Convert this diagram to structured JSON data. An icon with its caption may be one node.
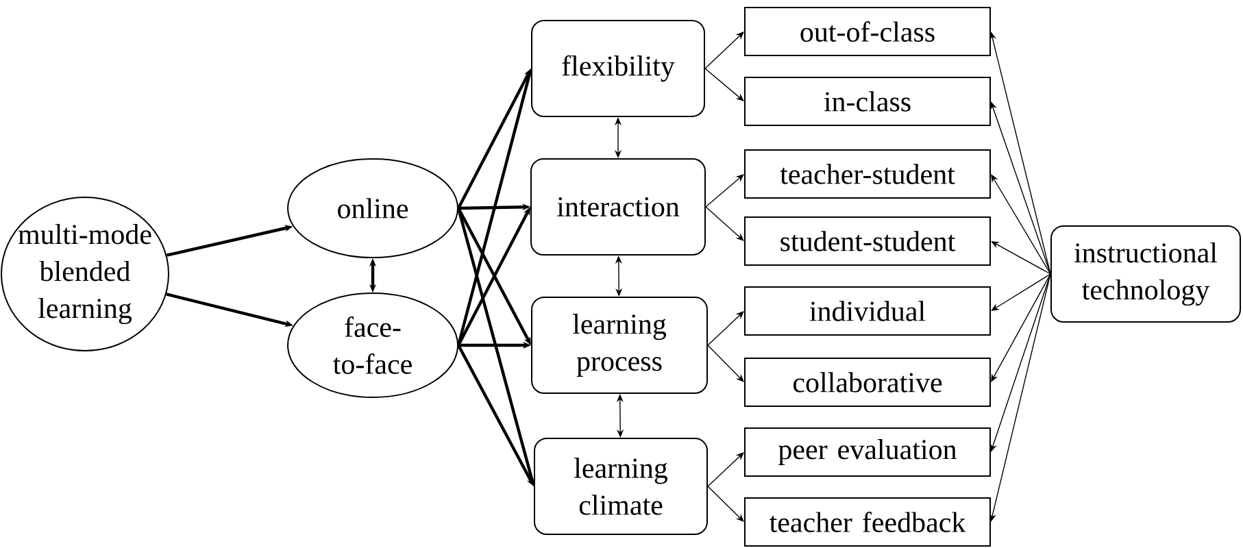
{
  "diagram": {
    "nodes": [
      {
        "text": [
          "multi-mode blended learning"
        ]
      },
      {
        "text": [
          "online"
        ]
      },
      {
        "text": [
          "face-to-face"
        ]
      },
      {
        "text": [
          "flexibility"
        ]
      },
      {
        "text": [
          "interaction"
        ]
      },
      {
        "text": [
          "learning process"
        ]
      },
      {
        "text": [
          "learning climate"
        ]
      },
      {
        "text": [
          "out-of-class"
        ]
      },
      {
        "text": [
          "in-class"
        ]
      },
      {
        "text": [
          "teacher-student"
        ]
      },
      {
        "text": [
          "student-student"
        ]
      },
      {
        "text": [
          "individual"
        ]
      },
      {
        "text": [
          "collaborative"
        ]
      },
      {
        "text": [
          "peer evaluation"
        ]
      },
      {
        "text": [
          "teacher feedback"
        ]
      },
      {
        "text": [
          "instructional technology"
        ]
      }
    ],
    "edges": [
      {
        "from": 0,
        "to": 1,
        "arrow": "to",
        "style": "thick"
      },
      {
        "from": 0,
        "to": 2,
        "arrow": "to",
        "style": "thick"
      },
      {
        "from": 1,
        "to": 2,
        "arrow": "both",
        "style": "thick"
      },
      {
        "from": 1,
        "to": 3,
        "arrow": "to",
        "style": "thick"
      },
      {
        "from": 1,
        "to": 4,
        "arrow": "to",
        "style": "thick"
      },
      {
        "from": 1,
        "to": 5,
        "arrow": "to",
        "style": "thick"
      },
      {
        "from": 1,
        "to": 6,
        "arrow": "to",
        "style": "thick"
      },
      {
        "from": 2,
        "to": 3,
        "arrow": "to",
        "style": "thick"
      },
      {
        "from": 2,
        "to": 4,
        "arrow": "to",
        "style": "thick"
      },
      {
        "from": 2,
        "to": 5,
        "arrow": "to",
        "style": "thick"
      },
      {
        "from": 2,
        "to": 6,
        "arrow": "to",
        "style": "thick"
      },
      {
        "from": 3,
        "to": 4,
        "arrow": "both"
      },
      {
        "from": 4,
        "to": 5,
        "arrow": "both"
      },
      {
        "from": 5,
        "to": 6,
        "arrow": "both"
      },
      {
        "from": 3,
        "to": 7,
        "arrow": "to"
      },
      {
        "from": 3,
        "to": 8,
        "arrow": "to"
      },
      {
        "from": 4,
        "to": 9,
        "arrow": "to"
      },
      {
        "from": 4,
        "to": 10,
        "arrow": "to"
      },
      {
        "from": 5,
        "to": 11,
        "arrow": "to"
      },
      {
        "from": 5,
        "to": 12,
        "arrow": "to"
      },
      {
        "from": 6,
        "to": 13,
        "arrow": "to"
      },
      {
        "from": 6,
        "to": 14,
        "arrow": "to"
      },
      {
        "from": 15,
        "to": 7,
        "arrow": "to"
      },
      {
        "from": 15,
        "to": 8,
        "arrow": "to"
      },
      {
        "from": 15,
        "to": 9,
        "arrow": "to"
      },
      {
        "from": 15,
        "to": 10,
        "arrow": "to"
      },
      {
        "from": 15,
        "to": 11,
        "arrow": "to"
      },
      {
        "from": 15,
        "to": 12,
        "arrow": "to"
      },
      {
        "from": 15,
        "to": 13,
        "arrow": "to"
      },
      {
        "from": 15,
        "to": 14,
        "arrow": "to"
      }
    ]
  }
}
